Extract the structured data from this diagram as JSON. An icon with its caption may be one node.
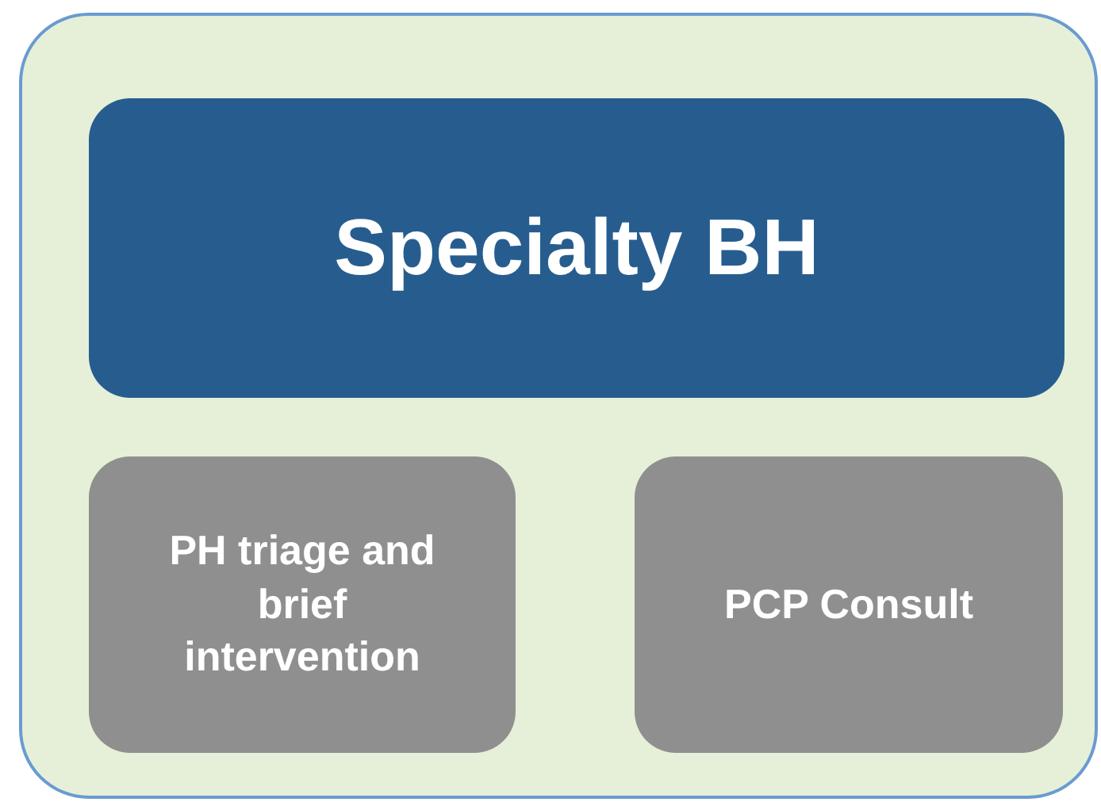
{
  "diagram": {
    "nodes": [
      {
        "text": [],
        "shape": "box"
      },
      {
        "text": [
          "Specialty BH"
        ],
        "in": 0
      },
      {
        "text": [
          "PH triage and brief intervention"
        ],
        "in": 0
      },
      {
        "text": [
          "PCP Consult"
        ],
        "in": 0
      }
    ]
  }
}
